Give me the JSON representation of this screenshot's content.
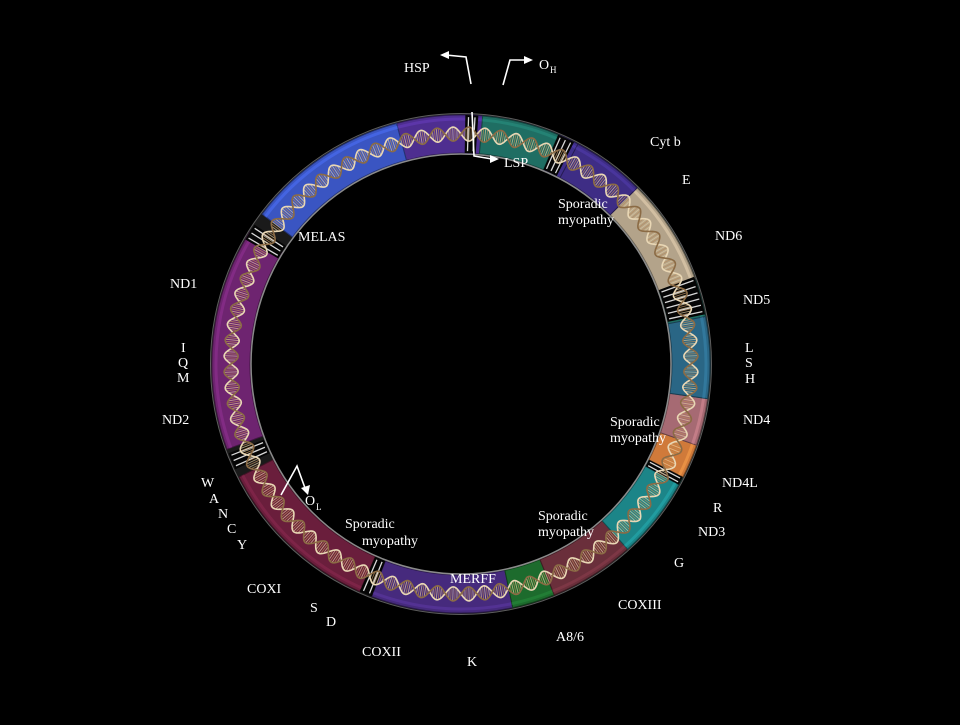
{
  "genes": [
    {
      "name": "seg-dloop",
      "start": 313,
      "end": 421,
      "color": "#1f6e63"
    },
    {
      "name": "seg-rrna12s",
      "start": 285,
      "end": 313,
      "color": "#3f2f8a"
    },
    {
      "name": "seg-rrna16s",
      "start": 255,
      "end": 285,
      "color": "#4e2e90"
    },
    {
      "name": "seg-nd1",
      "start": 217,
      "end": 255,
      "color": "#3a55c2"
    },
    {
      "name": "seg-nd2",
      "start": 160,
      "end": 212,
      "color": "#6e2470"
    },
    {
      "name": "seg-coxi",
      "start": 114,
      "end": 153,
      "color": "#6a1e3c"
    },
    {
      "name": "seg-coxii",
      "start": 78,
      "end": 111,
      "color": "#462a7d"
    },
    {
      "name": "seg-k",
      "start": 68,
      "end": 78,
      "color": "#1d6b2d"
    },
    {
      "name": "seg-atp86",
      "start": 48,
      "end": 68,
      "color": "#6a2f3b"
    },
    {
      "name": "seg-coxiii",
      "start": 29,
      "end": 48,
      "color": "#1c8588"
    },
    {
      "name": "seg-nd3",
      "start": 19,
      "end": 27,
      "color": "#d07a3a"
    },
    {
      "name": "seg-nd4l",
      "start": 8,
      "end": 19,
      "color": "#a66a73"
    },
    {
      "name": "seg-nd4",
      "start": -11,
      "end": 8,
      "color": "#2a6685"
    },
    {
      "name": "seg-nd5",
      "start": -45,
      "end": -20,
      "color": "#b3a38a"
    },
    {
      "name": "seg-nd6",
      "start": -62,
      "end": -45,
      "color": "#3e2d85"
    },
    {
      "name": "seg-cytb",
      "start": -85,
      "end": -67,
      "color": "#1f6e63"
    }
  ],
  "gaps": [
    {
      "name": "gap-1",
      "angle": 212,
      "span": 4
    },
    {
      "name": "gap-2",
      "angle": 157,
      "span": 4
    },
    {
      "name": "gap-3",
      "angle": 112.5,
      "span": 3
    },
    {
      "name": "gap-4",
      "angle": 28,
      "span": 2
    },
    {
      "name": "gap-5",
      "angle": -16,
      "span": 9
    },
    {
      "name": "gap-6",
      "angle": -65,
      "span": 4
    },
    {
      "name": "gap-7",
      "angle": -87.5,
      "span": 3
    }
  ],
  "labels": [
    {
      "name": "label-hsp",
      "text": "HSP"
    },
    {
      "name": "label-oh-o",
      "text": "O"
    },
    {
      "name": "label-oh-sub",
      "text": "H"
    },
    {
      "name": "label-lsp",
      "text": "LSP"
    },
    {
      "name": "label-cytb",
      "text": "Cyt b"
    },
    {
      "name": "label-e",
      "text": "E"
    },
    {
      "name": "label-sporadic-1a",
      "text": "Sporadic"
    },
    {
      "name": "label-sporadic-1b",
      "text": "myopathy"
    },
    {
      "name": "label-nd6",
      "text": "ND6"
    },
    {
      "name": "label-melas",
      "text": "MELAS"
    },
    {
      "name": "label-nd1",
      "text": "ND1"
    },
    {
      "name": "label-nd5",
      "text": "ND5"
    },
    {
      "name": "label-i",
      "text": "I"
    },
    {
      "name": "label-q",
      "text": "Q"
    },
    {
      "name": "label-m",
      "text": "M"
    },
    {
      "name": "label-l",
      "text": "L"
    },
    {
      "name": "label-s1",
      "text": "S"
    },
    {
      "name": "label-h",
      "text": "H"
    },
    {
      "name": "label-nd2",
      "text": "ND2"
    },
    {
      "name": "label-sporadic-2a",
      "text": "Sporadic"
    },
    {
      "name": "label-sporadic-2b",
      "text": "myopathy"
    },
    {
      "name": "label-nd4",
      "text": "ND4"
    },
    {
      "name": "label-nd4l",
      "text": "ND4L"
    },
    {
      "name": "label-w",
      "text": "W"
    },
    {
      "name": "label-a",
      "text": "A"
    },
    {
      "name": "label-n",
      "text": "N"
    },
    {
      "name": "label-c",
      "text": "C"
    },
    {
      "name": "label-y",
      "text": "Y"
    },
    {
      "name": "label-ol-o",
      "text": "O"
    },
    {
      "name": "label-ol-sub",
      "text": "L"
    },
    {
      "name": "label-r",
      "text": "R"
    },
    {
      "name": "label-nd3",
      "text": "ND3"
    },
    {
      "name": "label-sporadic-3a",
      "text": "Sporadic"
    },
    {
      "name": "label-sporadic-3b",
      "text": "myopathy"
    },
    {
      "name": "label-sporadic-4a",
      "text": "Sporadic"
    },
    {
      "name": "label-sporadic-4b",
      "text": "myopathy"
    },
    {
      "name": "label-g",
      "text": "G"
    },
    {
      "name": "label-merff",
      "text": "MERFF"
    },
    {
      "name": "label-coxi",
      "text": "COXI"
    },
    {
      "name": "label-coxiii",
      "text": "COXIII"
    },
    {
      "name": "label-s2",
      "text": "S"
    },
    {
      "name": "label-d",
      "text": "D"
    },
    {
      "name": "label-a86",
      "text": "A8/6"
    },
    {
      "name": "label-coxii",
      "text": "COXII"
    },
    {
      "name": "label-k",
      "text": "K"
    }
  ]
}
